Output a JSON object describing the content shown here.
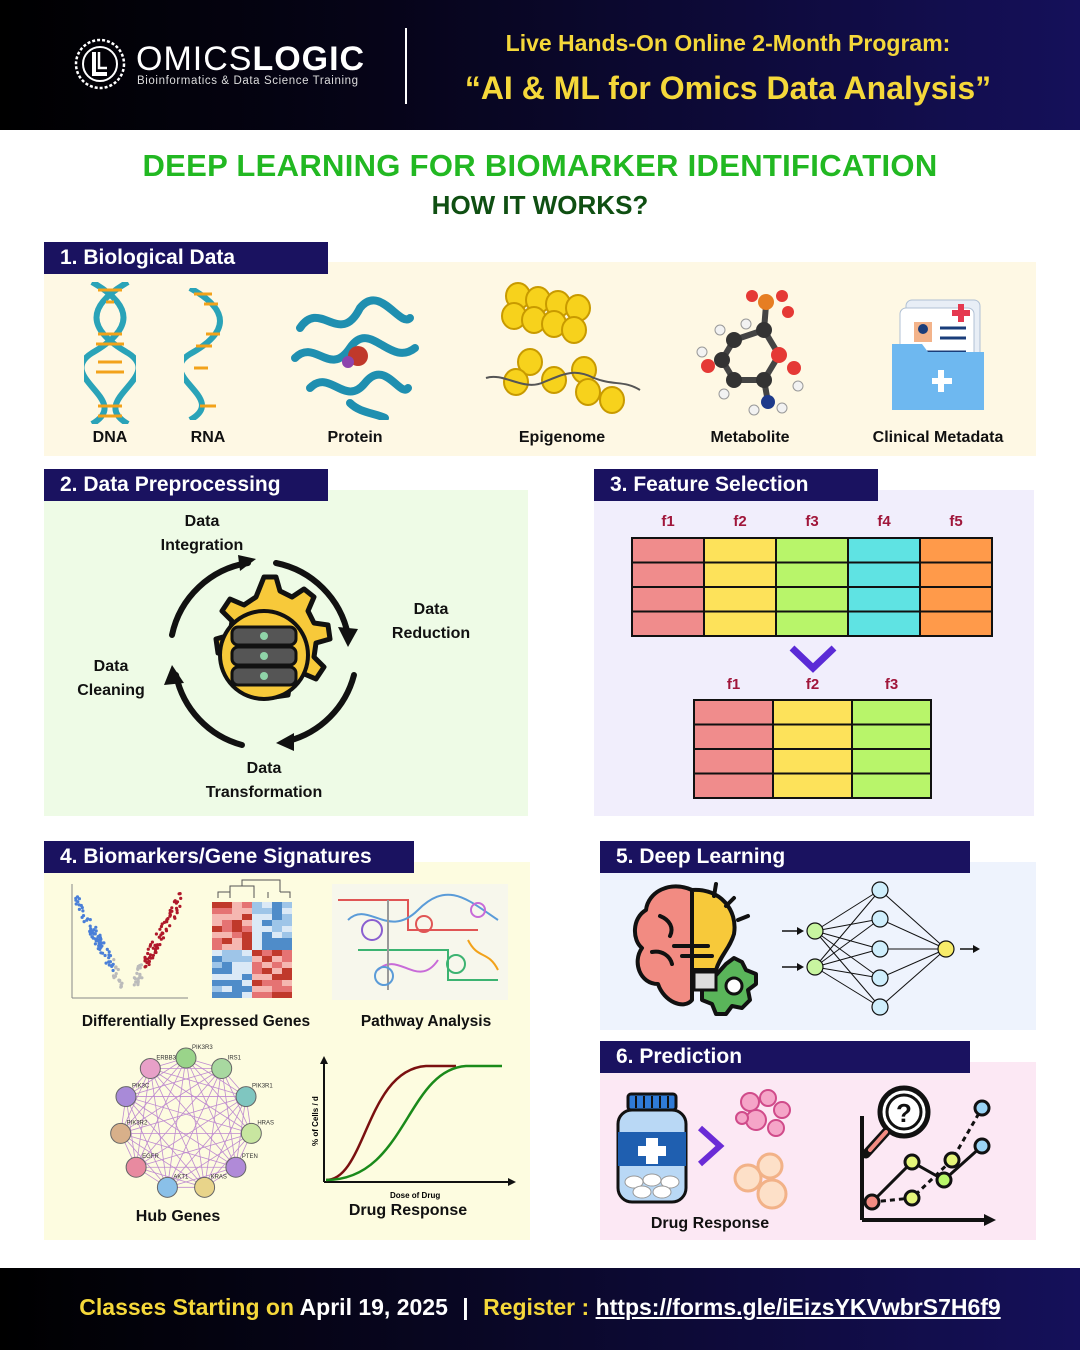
{
  "header": {
    "brand_light": "OMICS",
    "brand_bold": "LOGIC",
    "tagline": "Bioinformatics & Data Science Training",
    "program_line1": "Live Hands-On Online 2-Month Program:",
    "program_line2": "“AI & ML for Omics Data Analysis”"
  },
  "title": {
    "main": "DEEP LEARNING FOR BIOMARKER IDENTIFICATION",
    "sub": "HOW IT WORKS?"
  },
  "section1": {
    "label": "1. Biological Data",
    "items": [
      "DNA",
      "RNA",
      "Protein",
      "Epigenome",
      "Metabolite",
      "Clinical Metadata"
    ]
  },
  "section2": {
    "label": "2. Data Preprocessing",
    "steps": {
      "integration": [
        "Data",
        "Integration"
      ],
      "reduction": [
        "Data",
        "Reduction"
      ],
      "cleaning": [
        "Data",
        "Cleaning"
      ],
      "transformation": [
        "Data",
        "Transformation"
      ]
    }
  },
  "section3": {
    "label": "3. Feature Selection",
    "features_all": [
      "f1",
      "f2",
      "f3",
      "f4",
      "f5"
    ],
    "features_selected": [
      "f1",
      "f2",
      "f3"
    ]
  },
  "section4": {
    "label": "4. Biomarkers/Gene Signatures",
    "items": [
      "Differentially Expressed Genes",
      "Pathway Analysis",
      "Hub Genes",
      "Drug Response"
    ],
    "network_genes": [
      "PIK3R3",
      "IRS1",
      "PIK3R1",
      "HRAS",
      "PTEN",
      "KRAS",
      "AKT1",
      "EGFR",
      "PIK3R2",
      "PIK3C",
      "ERBB3"
    ],
    "curve_ylabel": "% of Cells / d",
    "curve_xlabel": "Dose of Drug"
  },
  "section5": {
    "label": "5. Deep Learning"
  },
  "section6": {
    "label": "6. Prediction",
    "item": "Drug Response"
  },
  "footer": {
    "starting_label": "Classes Starting on",
    "date": "April 19, 2025",
    "separator": "|",
    "register_label": "Register :",
    "link": "https://forms.gle/iEizsYKVwbrS7H6f9"
  },
  "colors": {
    "title_green": "#22b822",
    "subtitle_green": "#0f4f12",
    "label_bg": "#1a1260",
    "accent_yellow": "#f5d83a",
    "feature_colors": [
      "#f08c8c",
      "#fde25a",
      "#b8f56a",
      "#5fe3e3",
      "#ff9a4a"
    ]
  }
}
